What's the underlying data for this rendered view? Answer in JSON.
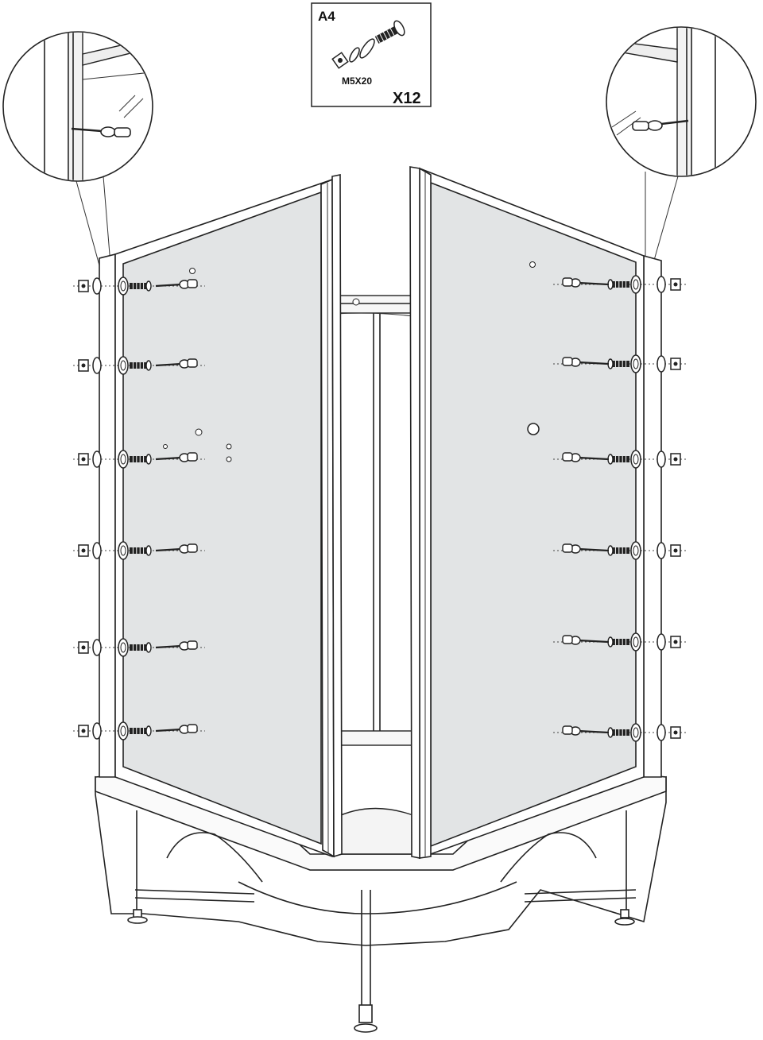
{
  "parts_box": {
    "part_code": "A4",
    "screw_size": "M5X20",
    "quantity": "X12"
  },
  "bolts": {
    "per_side": 6,
    "left_heights": [
      360,
      460,
      578,
      693,
      815,
      920
    ],
    "right_heights": [
      358,
      458,
      578,
      693,
      808,
      922
    ]
  },
  "colors": {
    "glass": "#e2e4e5",
    "line": "#222222",
    "background": "#ffffff"
  },
  "icons": [
    "screwdriver-icon",
    "bolt-icon",
    "nut-icon",
    "washer-icon"
  ]
}
